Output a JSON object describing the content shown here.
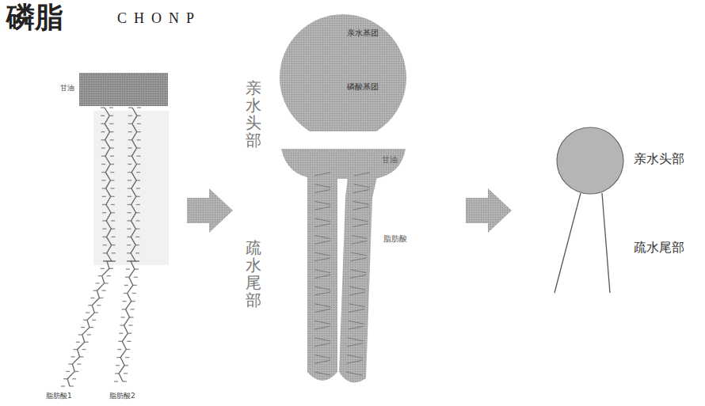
{
  "diagram": {
    "title": "磷脂",
    "nodes": [
      {
        "text": [
          "亲水基团",
          "磷酸基团"
        ]
      },
      {
        "text": [
          "亲水头部"
        ]
      }
    ],
    "labels": [
      "CHONP",
      "甘油",
      "脂肪酸1",
      "脂肪酸2",
      "亲水头部",
      "疏水尾部",
      "甘油",
      "脂肪酸",
      "疏水尾部"
    ]
  }
}
